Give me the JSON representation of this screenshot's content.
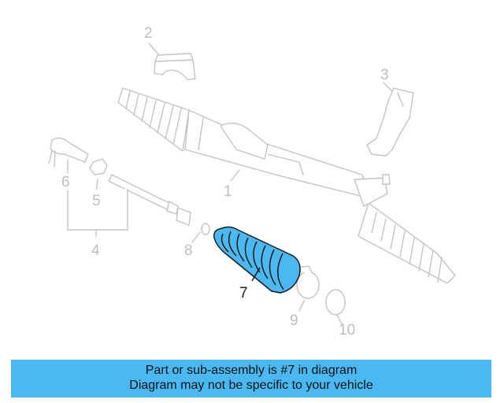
{
  "diagram": {
    "highlight_color": "#4ab8f1",
    "highlighted_part": "7",
    "callouts": {
      "c1": "1",
      "c2": "2",
      "c3": "3",
      "c4": "4",
      "c5": "5",
      "c6": "6",
      "c7": "7",
      "c8": "8",
      "c9": "9",
      "c10": "10"
    }
  },
  "banner": {
    "line1": "Part or sub-assembly is #7 in diagram",
    "line2": "Diagram may not be specific to your vehicle",
    "background": "#4ab8f1"
  }
}
